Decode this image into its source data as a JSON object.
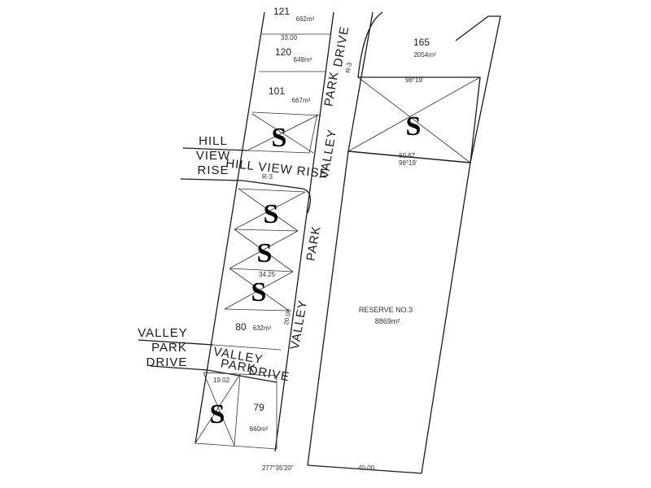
{
  "roads": {
    "hill_view_rise_left_1": "HILL",
    "hill_view_rise_left_2": "VIEW",
    "hill_view_rise_left_3": "RISE",
    "hill_view_rise": "HILL VIEW RISE",
    "valley_park_drive_left_1": "VALLEY",
    "valley_park_drive_left_2": "PARK",
    "valley_park_drive_left_3": "DRIVE",
    "valley_park_drive_bottom_1": "VALLEY",
    "valley_park_drive_bottom_2": "PARK",
    "valley_park_drive_bottom_3": "DRIVE",
    "valley_park_drive_main_1": "VALLEY",
    "valley_park_drive_main_2": "PARK",
    "valley_park_drive_main_3": "DRIVE",
    "road_tag": "R-3"
  },
  "lots": [
    {
      "number": "121",
      "area": "662m²"
    },
    {
      "number": "120",
      "area": "649m²"
    },
    {
      "number": "101",
      "area": "667m²"
    },
    {
      "number": "165",
      "area": "2054m²"
    },
    {
      "number": "80",
      "area": "632m²"
    },
    {
      "number": "79",
      "area": "660m²"
    }
  ],
  "reserve": {
    "label": "RESERVE NO.3",
    "area": "8869m²"
  },
  "sold_marker": "S",
  "dimensions": [
    "98°19'",
    "60.67",
    "33.00",
    "34.25",
    "277°35'20\"",
    "40.00",
    "20.00",
    "19.02"
  ]
}
